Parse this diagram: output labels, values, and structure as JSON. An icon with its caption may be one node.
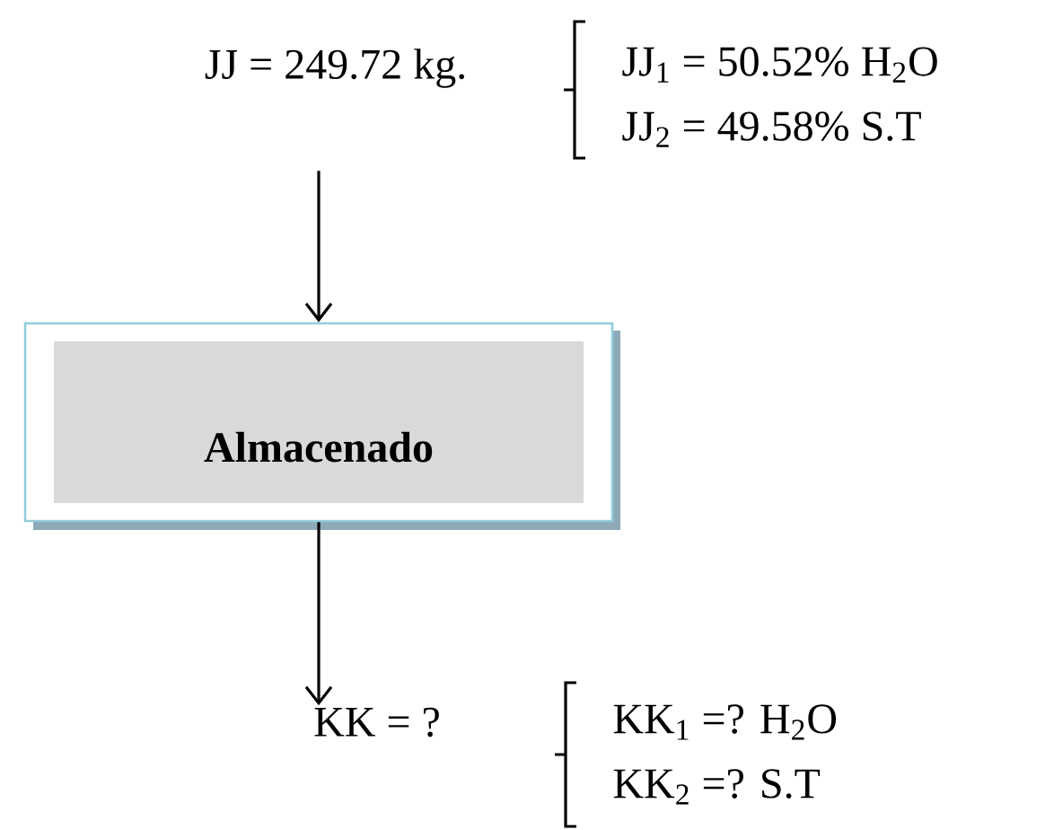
{
  "diagram": {
    "nodes": [
      {
        "text": [
          "JJ = 249.72 kg."
        ],
        "beside": [
          "JJ$_{1}$ = 50.52% H$_{2}$O",
          "JJ$_{2}$ = 49.58% S.T"
        ]
      },
      {
        "text": [
          "Almacenado"
        ]
      },
      {
        "text": [
          "KK = ?"
        ],
        "beside": [
          "KK$_{1}$ =? H$_{2}$O",
          "KK$_{2}$ =? S.T"
        ]
      }
    ],
    "edges": [
      {
        "from": 0,
        "to": 1,
        "arrow": "to"
      },
      {
        "from": 1,
        "to": 2,
        "arrow": "to"
      }
    ]
  }
}
